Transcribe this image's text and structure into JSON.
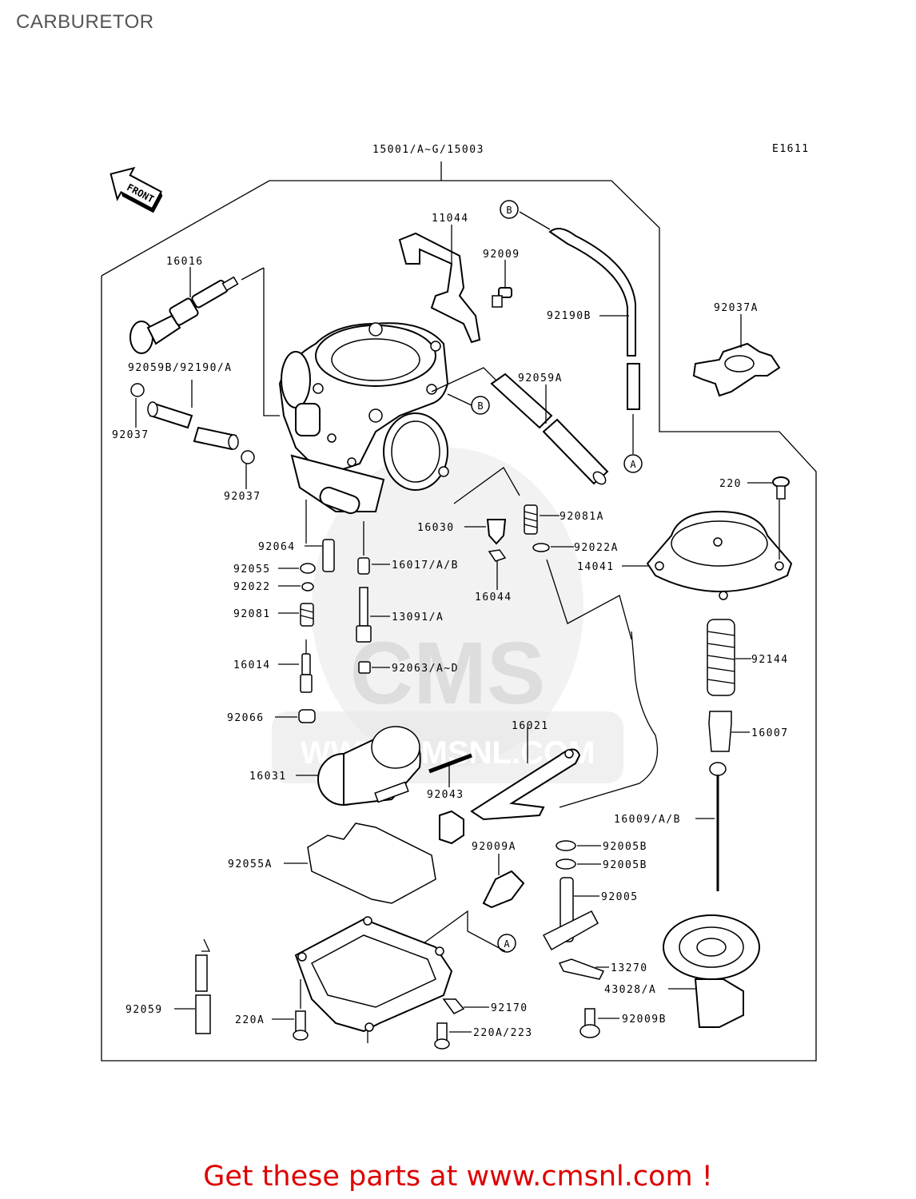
{
  "page": {
    "title": "CARBURETOR",
    "promo": "Get these parts at www.cmsnl.com !"
  },
  "diagram": {
    "ref_code": "E1611",
    "front_label": "FRONT",
    "watermark_brand": "CMS",
    "watermark_url": "WWW.CMSNL.COM",
    "callouts": [
      "A",
      "B"
    ],
    "part_labels": {
      "assembly": "15001/A~G/15003",
      "p11044": "11044",
      "p92009": "92009",
      "p92190B": "92190B",
      "p92037A": "92037A",
      "p16016": "16016",
      "p92059B": "92059B/92190/A",
      "p92037_1": "92037",
      "p92037_2": "92037",
      "p92059A": "92059A",
      "p220": "220",
      "p16030": "16030",
      "p92081A": "92081A",
      "p92022A": "92022A",
      "p14041": "14041",
      "p92064": "92064",
      "p92055": "92055",
      "p16017": "16017/A/B",
      "p16044": "16044",
      "p92022": "92022",
      "p92081": "92081",
      "p13091": "13091/A",
      "p92144": "92144",
      "p16014": "16014",
      "p92063": "92063/A~D",
      "p92066": "92066",
      "p16021": "16021",
      "p16007": "16007",
      "p16031": "16031",
      "p92043": "92043",
      "p16009": "16009/A/B",
      "p92009A": "92009A",
      "p92005B_1": "92005B",
      "p92005B_2": "92005B",
      "p92055A": "92055A",
      "p92005": "92005",
      "p13270": "13270",
      "p43028": "43028/A",
      "p92170": "92170",
      "p92059": "92059",
      "p220A": "220A",
      "p220A223": "220A/223",
      "p92009B": "92009B"
    }
  }
}
